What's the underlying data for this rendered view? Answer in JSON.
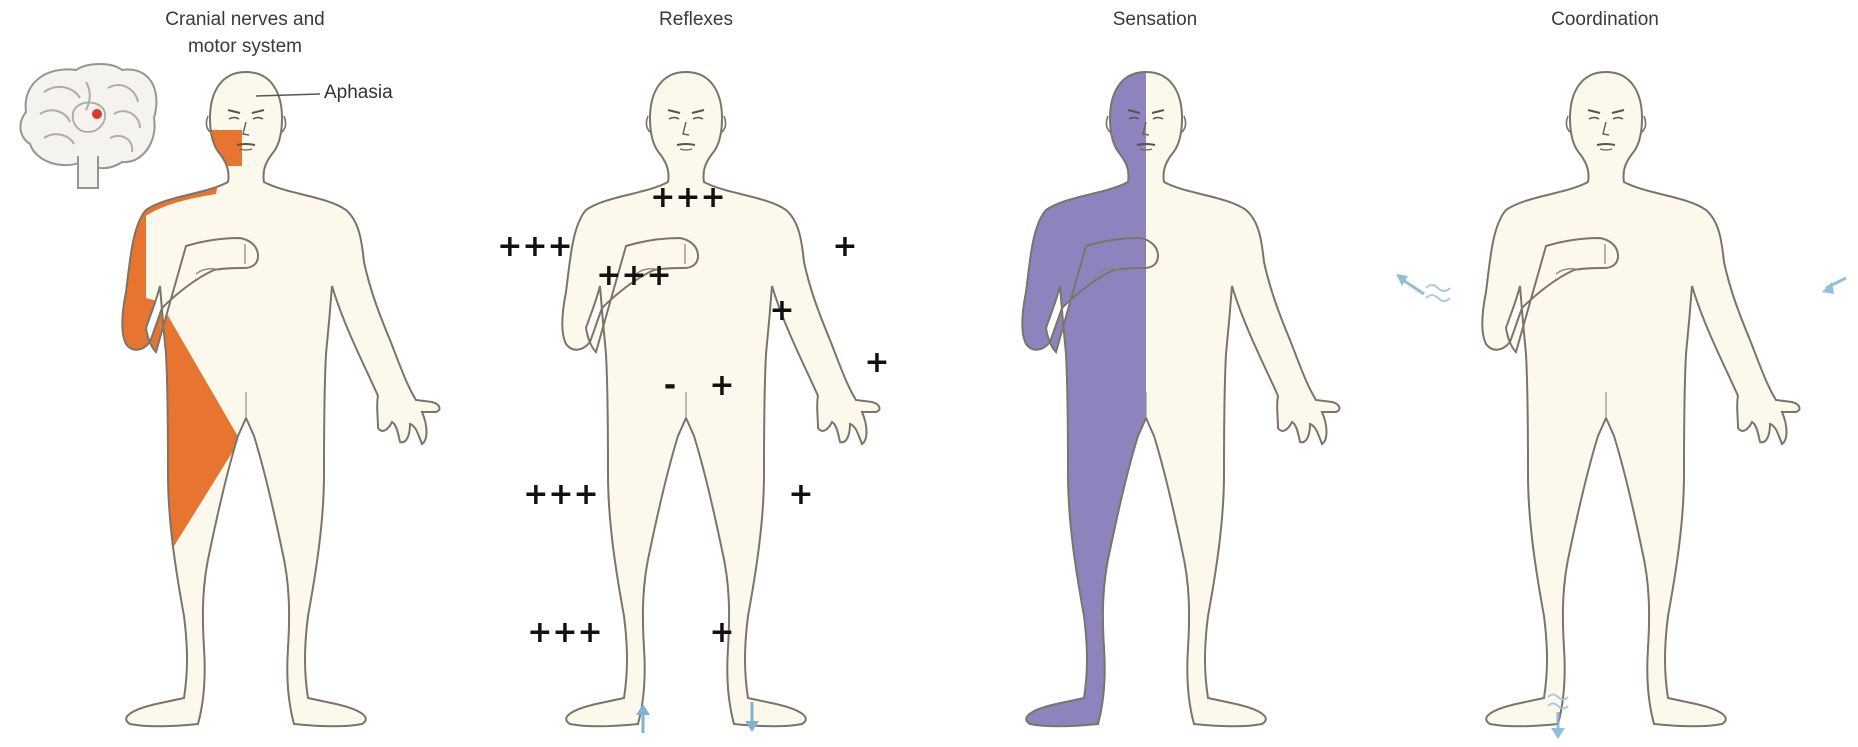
{
  "titles": {
    "motor": [
      "Cranial nerves and",
      "motor system"
    ],
    "reflexes": "Reflexes",
    "sensation": "Sensation",
    "coordination": "Coordination"
  },
  "aphasia_label": "Aphasia",
  "reflex_marks": {
    "upper_chest": "+++",
    "left_biceps": "+++",
    "left_arm": "+++",
    "right_biceps": "+",
    "right_triceps": "+",
    "right_wrist": "+",
    "abdominal_left": "-",
    "abdominal_right": "+",
    "left_knee": "+++",
    "right_knee": "+",
    "left_ankle": "+++",
    "right_ankle": "+"
  },
  "colors": {
    "motor_deficit": "#e7742f",
    "sensory_deficit": "#8e84bd",
    "skin": "#fcf9ec",
    "outline": "#7a746a",
    "arrow": "#7fb3d3"
  },
  "icons": {
    "brain": "brain-coronal-icon",
    "up_arrow": "plantar-up-icon",
    "down_arrow": "plantar-down-icon"
  }
}
